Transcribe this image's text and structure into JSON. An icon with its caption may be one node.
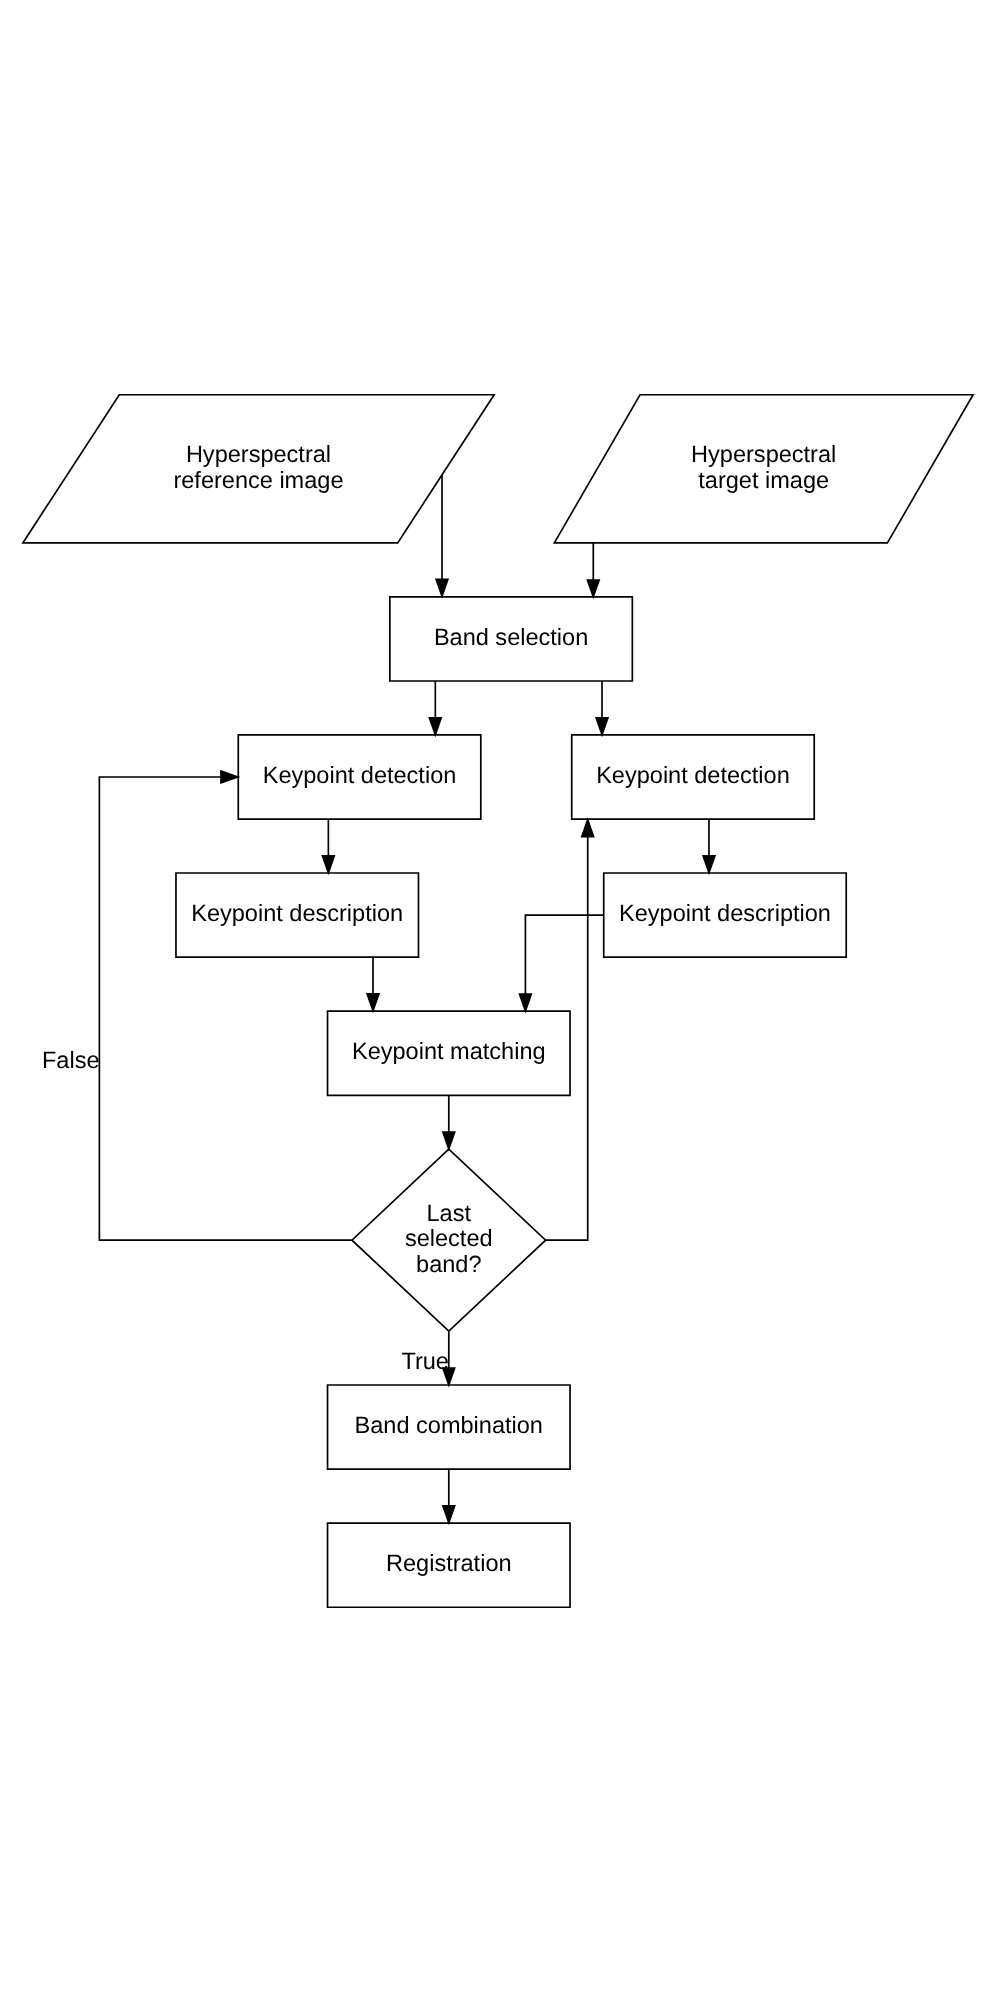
{
  "diagram": {
    "nodes": [
      {
        "text": [
          "Hyperspectral reference image"
        ]
      },
      {
        "text": [
          "Hyperspectral target image"
        ]
      },
      {
        "text": [
          "Band selection"
        ]
      },
      {
        "text": [
          "Keypoint detection"
        ]
      },
      {
        "text": [
          "Keypoint detection"
        ]
      },
      {
        "text": [
          "Keypoint description"
        ]
      },
      {
        "text": [
          "Keypoint description"
        ]
      },
      {
        "text": [
          "Keypoint matching"
        ]
      },
      {
        "text": [
          "Last selected band?"
        ]
      },
      {
        "text": [
          "Band combination"
        ]
      },
      {
        "text": [
          "Registration"
        ]
      }
    ],
    "edges": [
      {
        "from": 0,
        "to": 2,
        "arrow": "to"
      },
      {
        "from": 1,
        "to": 2,
        "arrow": "to"
      },
      {
        "from": 2,
        "to": 3,
        "arrow": "to"
      },
      {
        "from": 2,
        "to": 4,
        "arrow": "to"
      },
      {
        "from": 3,
        "to": 5,
        "arrow": "to"
      },
      {
        "from": 4,
        "to": 6,
        "arrow": "to"
      },
      {
        "from": 5,
        "to": 7,
        "arrow": "to"
      },
      {
        "from": 6,
        "to": 7,
        "arrow": "to"
      },
      {
        "from": 7,
        "to": 8,
        "arrow": "to"
      },
      {
        "from": 8,
        "to": 3,
        "arrow": "to",
        "label": "False"
      },
      {
        "from": 8,
        "to": 4,
        "arrow": "to"
      },
      {
        "from": 8,
        "to": 9,
        "arrow": "to",
        "label": "True"
      },
      {
        "from": 9,
        "to": 10,
        "arrow": "to"
      }
    ]
  }
}
